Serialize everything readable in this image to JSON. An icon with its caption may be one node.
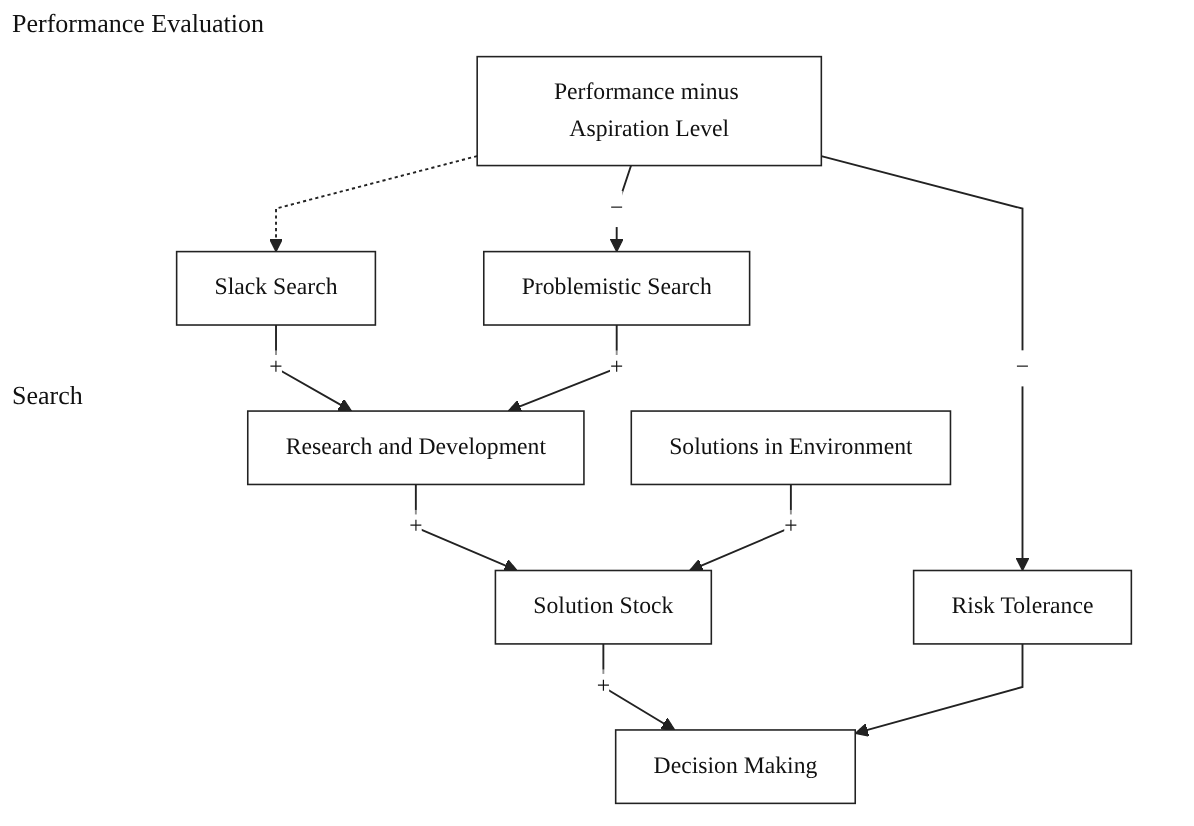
{
  "diagram": {
    "nodes": [
      {
        "text": [
          "Performance minus Aspiration Level"
        ]
      },
      {
        "text": [
          "Slack Search"
        ]
      },
      {
        "text": [
          "Problemistic Search"
        ]
      },
      {
        "text": [
          "Research and Development"
        ]
      },
      {
        "text": [
          "Solution Stock"
        ]
      },
      {
        "text": [
          "Solutions in Environment"
        ]
      },
      {
        "text": [
          "Risk Tolerance"
        ]
      },
      {
        "text": [
          "Decision Making"
        ]
      }
    ],
    "edges": [
      {
        "from": 0,
        "to": 1,
        "arrow": "to",
        "style": "dashed"
      },
      {
        "from": 0,
        "to": 2,
        "arrow": "to",
        "label": "−"
      },
      {
        "from": 0,
        "to": 6,
        "arrow": "to",
        "label": "−"
      },
      {
        "from": 1,
        "to": 3,
        "arrow": "to",
        "label": "+"
      },
      {
        "from": 2,
        "to": 3,
        "arrow": "to",
        "label": "+"
      },
      {
        "from": 3,
        "to": 4,
        "arrow": "to",
        "label": "+"
      },
      {
        "from": 5,
        "to": 4,
        "arrow": "to",
        "label": "+"
      },
      {
        "from": 4,
        "to": 7,
        "arrow": "to",
        "label": "+"
      },
      {
        "from": 6,
        "to": 7,
        "arrow": "to"
      }
    ],
    "labels": [
      "Performance Evaluation",
      "Search"
    ]
  }
}
